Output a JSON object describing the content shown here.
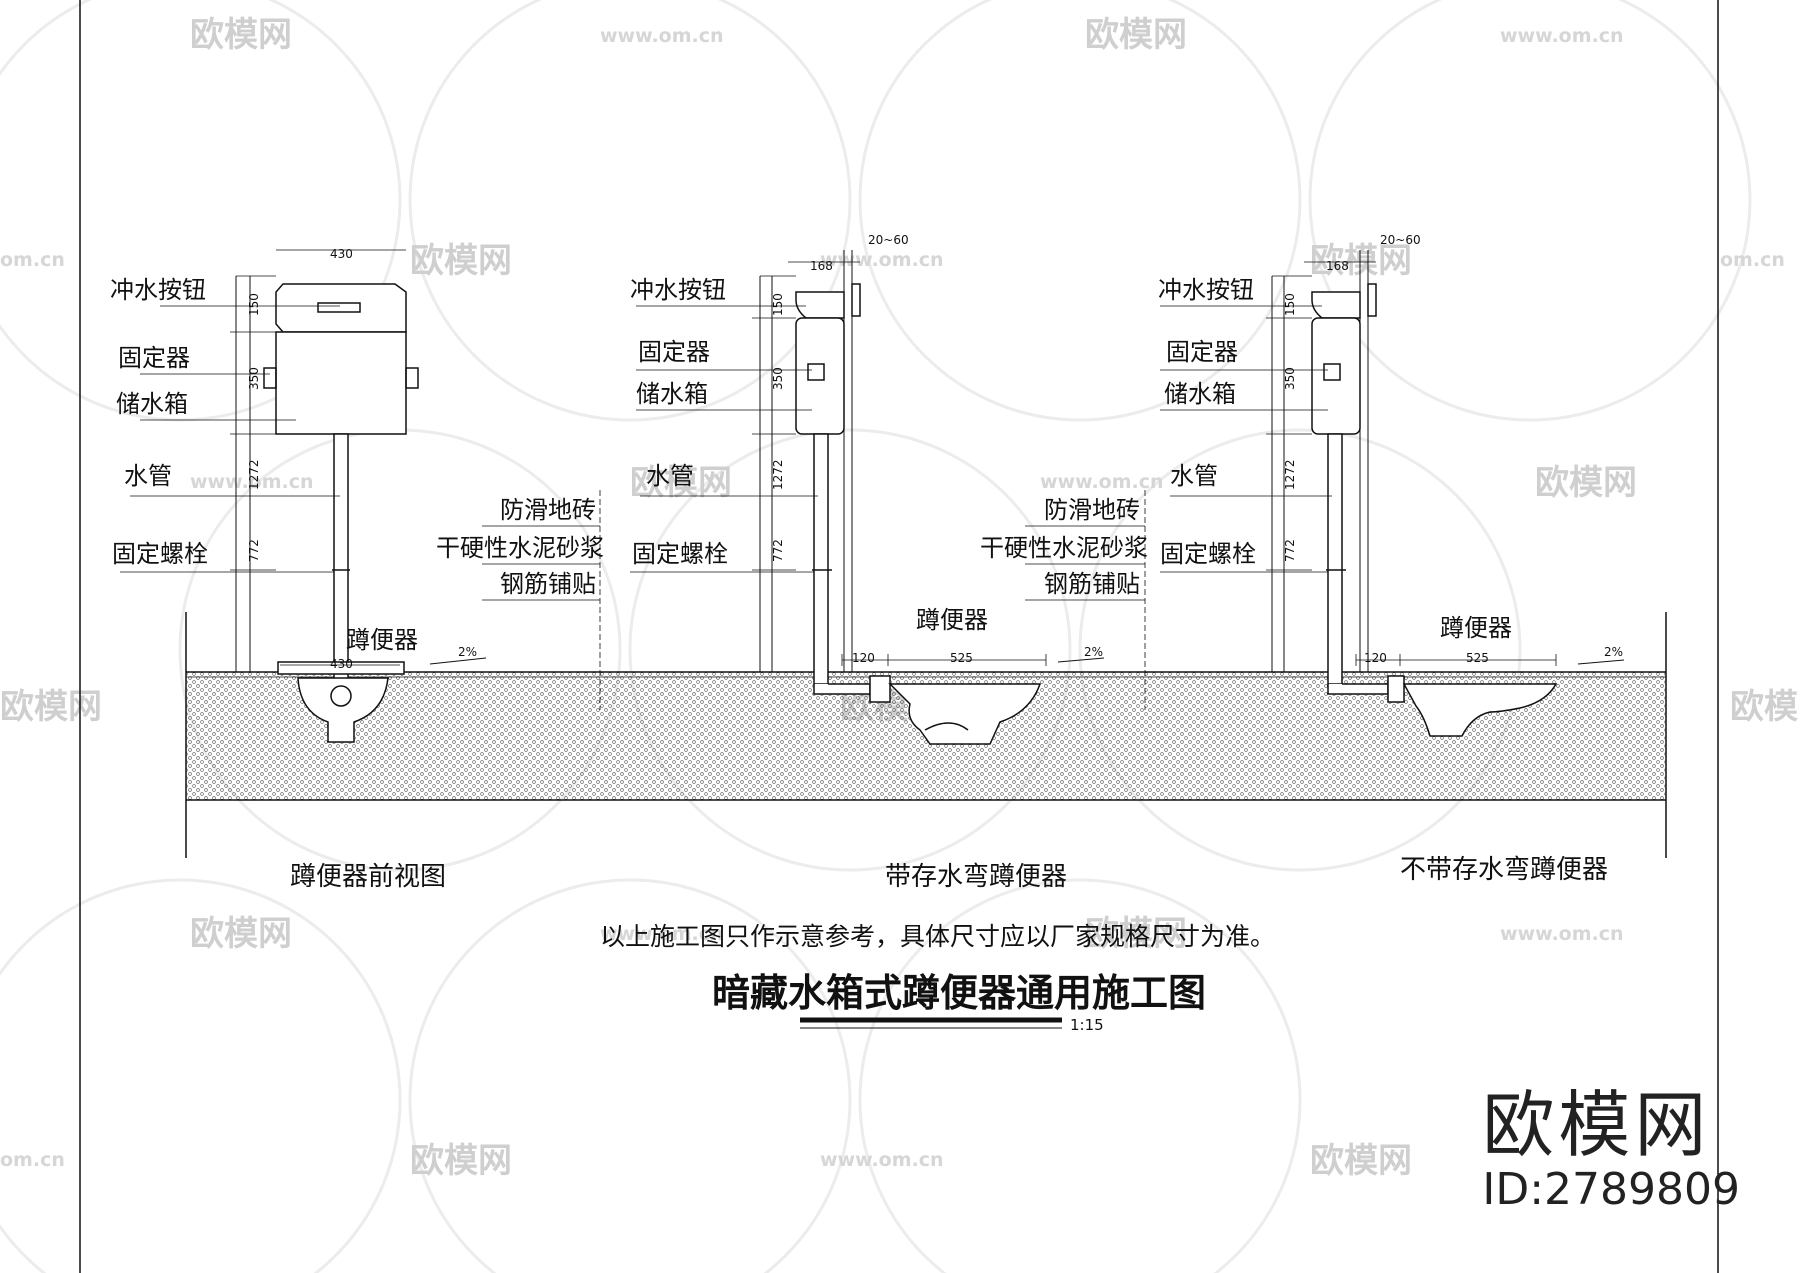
{
  "labels": {
    "flush_button": "冲水按钮",
    "fixer": "固定器",
    "tank": "储水箱",
    "water_pipe": "水管",
    "fixing_bolt": "固定螺栓",
    "toilet": "蹲便器",
    "anti_slip_tile": "防滑地砖",
    "dry_mortar": "干硬性水泥砂浆",
    "rebar_paving": "钢筋铺贴"
  },
  "dims": {
    "w430": "430",
    "w168": "168",
    "r20_60": "20~60",
    "h150": "150",
    "h350": "350",
    "h1272": "1272",
    "h772": "772",
    "d120": "120",
    "d525": "525",
    "slope": "2%"
  },
  "captions": {
    "front_view": "蹲便器前视图",
    "with_trap": "带存水弯蹲便器",
    "without_trap": "不带存水弯蹲便器"
  },
  "note": "以上施工图只作示意参考，具体尺寸应以厂家规格尺寸为准。",
  "title": "暗藏水箱式蹲便器通用施工图",
  "scale": "1:15",
  "watermark": {
    "brand": "欧模网",
    "url": "www.om.cn",
    "url_short": "om.cn"
  },
  "logo": {
    "brand": "欧模网",
    "id": "ID:2789809"
  }
}
